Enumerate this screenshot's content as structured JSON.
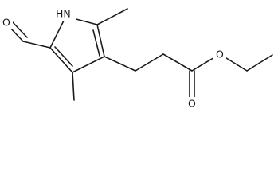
{
  "molecule": {
    "atom_labels": {
      "nh": "HN",
      "aldehyde_o": "O",
      "ester_o": "O",
      "carbonyl_o": "O"
    }
  },
  "colors": {
    "line": "#1a1a1a",
    "background": "#ffffff"
  }
}
